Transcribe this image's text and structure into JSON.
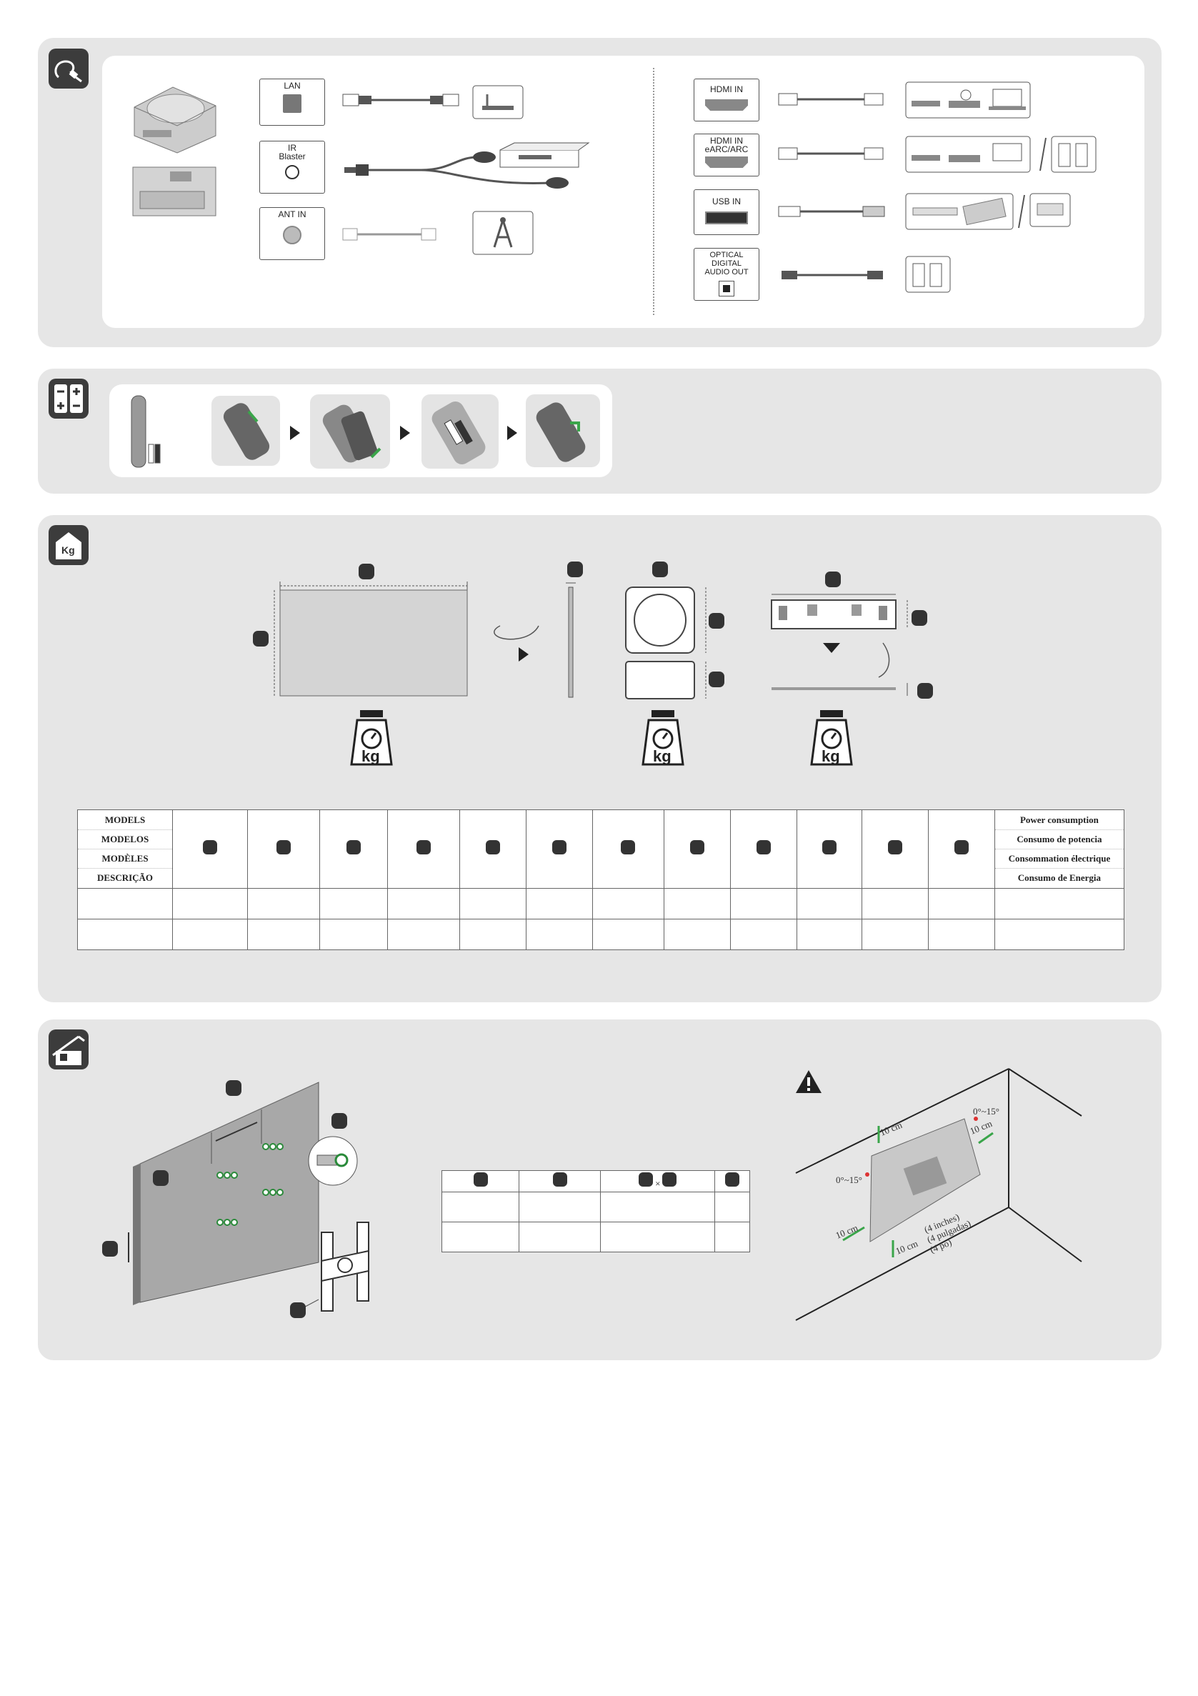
{
  "connections": {
    "left_ports": [
      {
        "id": "lan",
        "label": "LAN"
      },
      {
        "id": "ir",
        "label": "IR\nBlaster"
      },
      {
        "id": "ant",
        "label": "ANT IN"
      }
    ],
    "right_ports": [
      {
        "id": "hdmi",
        "label": "HDMI IN"
      },
      {
        "id": "hdmi_earc",
        "label": "HDMI IN\neARC/ARC"
      },
      {
        "id": "usb",
        "label": "USB IN"
      },
      {
        "id": "optical",
        "label": "OPTICAL DIGITAL\nAUDIO OUT"
      }
    ]
  },
  "spec_table": {
    "left_header": [
      "MODELS",
      "MODELOS",
      "MODÈLES",
      "DESCRIÇÃO"
    ],
    "right_header": [
      "Power consumption",
      "Consumo de potencia",
      "Consommation électrique",
      "Consumo de Energia"
    ],
    "marker_columns": 12,
    "rows": [
      [
        "",
        "",
        "",
        "",
        "",
        "",
        "",
        "",
        "",
        "",
        "",
        "",
        "",
        ""
      ],
      [
        "",
        "",
        "",
        "",
        "",
        "",
        "",
        "",
        "",
        "",
        "",
        "",
        "",
        ""
      ]
    ]
  },
  "scale_label": "kg",
  "vesa_table": {
    "times_symbol": "×",
    "rows": [
      [
        "",
        "",
        "",
        ""
      ],
      [
        "",
        "",
        "",
        ""
      ]
    ]
  },
  "wall_clearance": {
    "angle_top": "0°~15°",
    "angle_left": "0°~15°",
    "gap_top": "10 cm",
    "gap_right": "10 cm",
    "gap_left": "10 cm",
    "gap_bottom": "10 cm",
    "note_line1": "(4 inches)",
    "note_line2": "(4 pulgadas)",
    "note_line3": "(4 po)"
  }
}
